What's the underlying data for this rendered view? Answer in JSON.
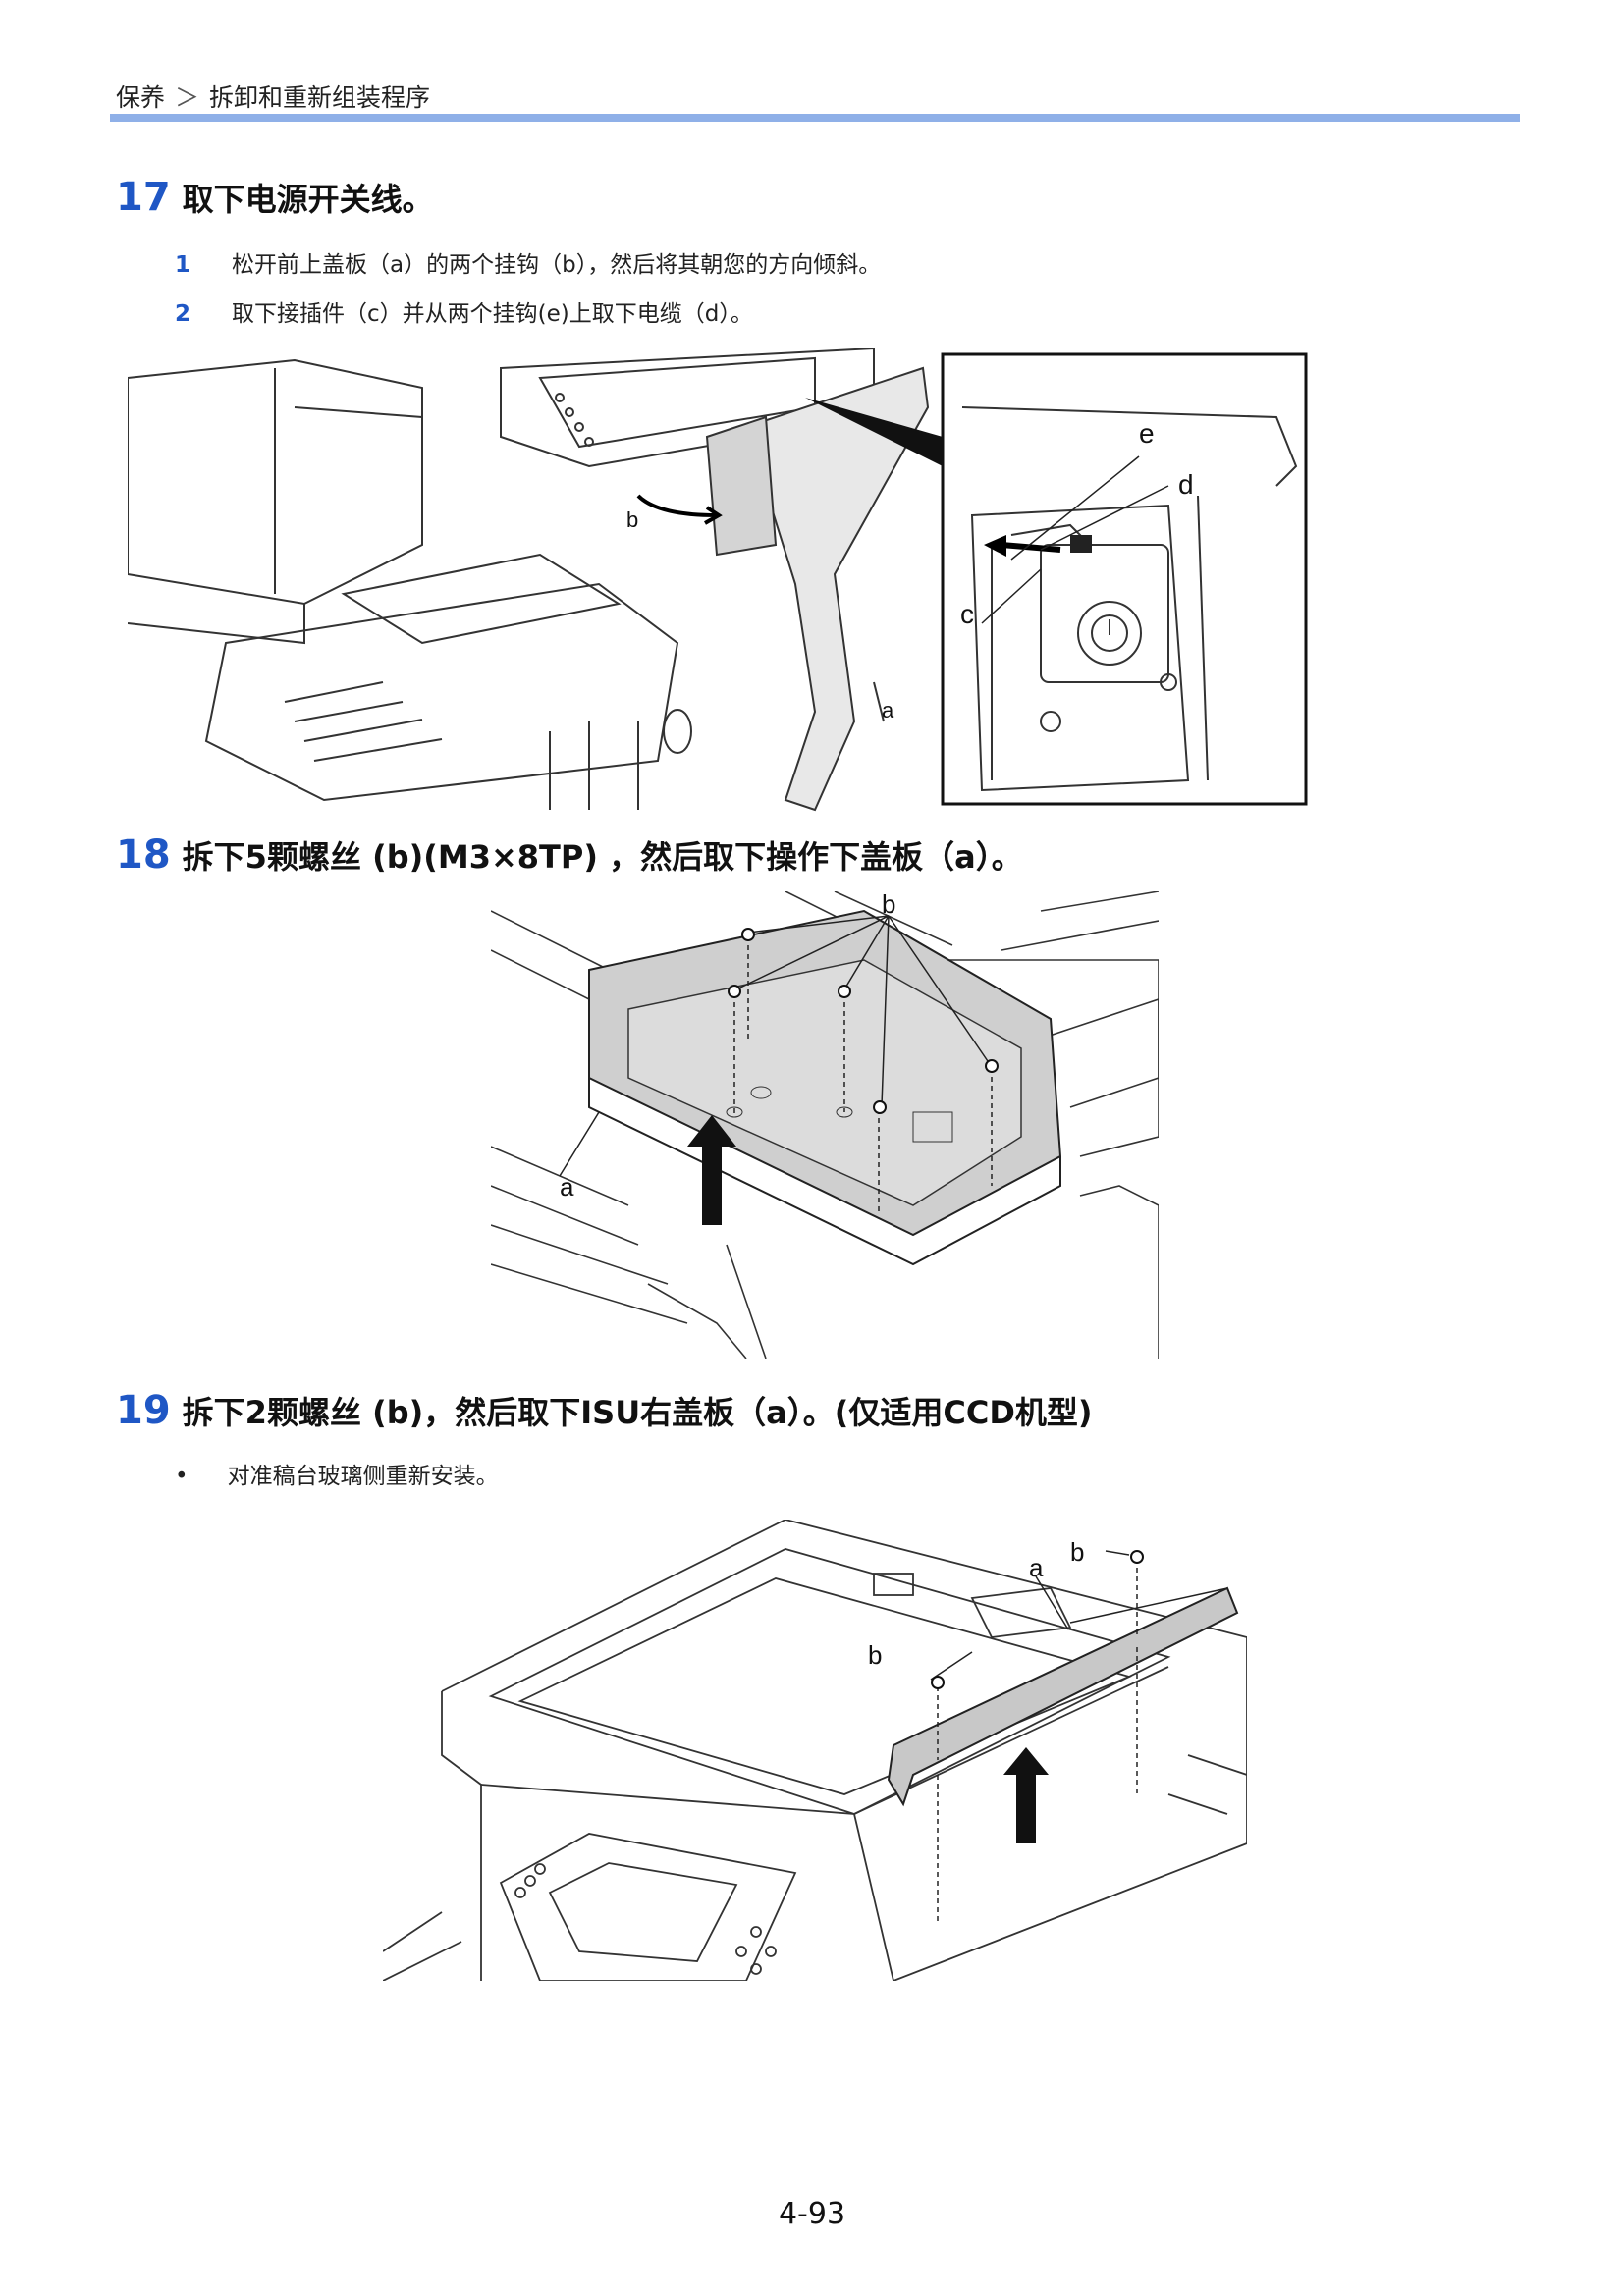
{
  "header": {
    "section": "保养",
    "separator": "＞",
    "title": "拆卸和重新组装程序"
  },
  "steps": [
    {
      "number": "17",
      "title": "取下电源开关线。",
      "substeps": [
        {
          "num": "1",
          "text": "松开前上盖板（a）的两个挂钩（b），然后将其朝您的方向倾斜。"
        },
        {
          "num": "2",
          "text": "取下接插件（c）并从两个挂钩(e)上取下电缆（d）。"
        }
      ],
      "figure_labels": [
        "b",
        "a",
        "e",
        "d",
        "c"
      ]
    },
    {
      "number": "18",
      "title": "拆下5颗螺丝 (b)(M3×8TP) ，然后取下操作下盖板（a）。",
      "figure_labels": [
        "b",
        "a"
      ]
    },
    {
      "number": "19",
      "title": "拆下2颗螺丝 (b)，然后取下ISU右盖板（a）。(仅适用CCD机型)",
      "bullets": [
        "对准稿台玻璃侧重新安装。"
      ],
      "figure_labels": [
        "a",
        "b",
        "b"
      ]
    }
  ],
  "page_number": "4-93"
}
